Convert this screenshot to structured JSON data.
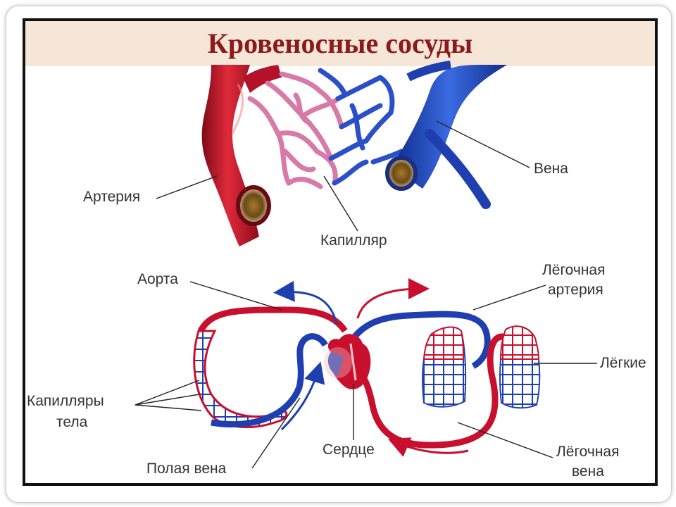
{
  "title": "Кровеносные сосуды",
  "labels": {
    "artery": "Артерия",
    "vein": "Вена",
    "capillary": "Капилляр",
    "aorta": "Аорта",
    "pulmonary_artery_line1": "Лёгочная",
    "pulmonary_artery_line2": "артерия",
    "lungs": "Лёгкие",
    "body_capillaries_line1": "Капилляры",
    "body_capillaries_line2": "тела",
    "heart": "Сердце",
    "vena_cava": "Полая вена",
    "pulmonary_vein_line1": "Лёгочная",
    "pulmonary_vein_line2": "вена"
  },
  "colors": {
    "artery_red": "#c8102e",
    "vein_blue": "#1f3fb0",
    "capillary_pink": "#d77aa8",
    "title_red": "#8b1a1a",
    "title_band": "#f6e6d8"
  }
}
